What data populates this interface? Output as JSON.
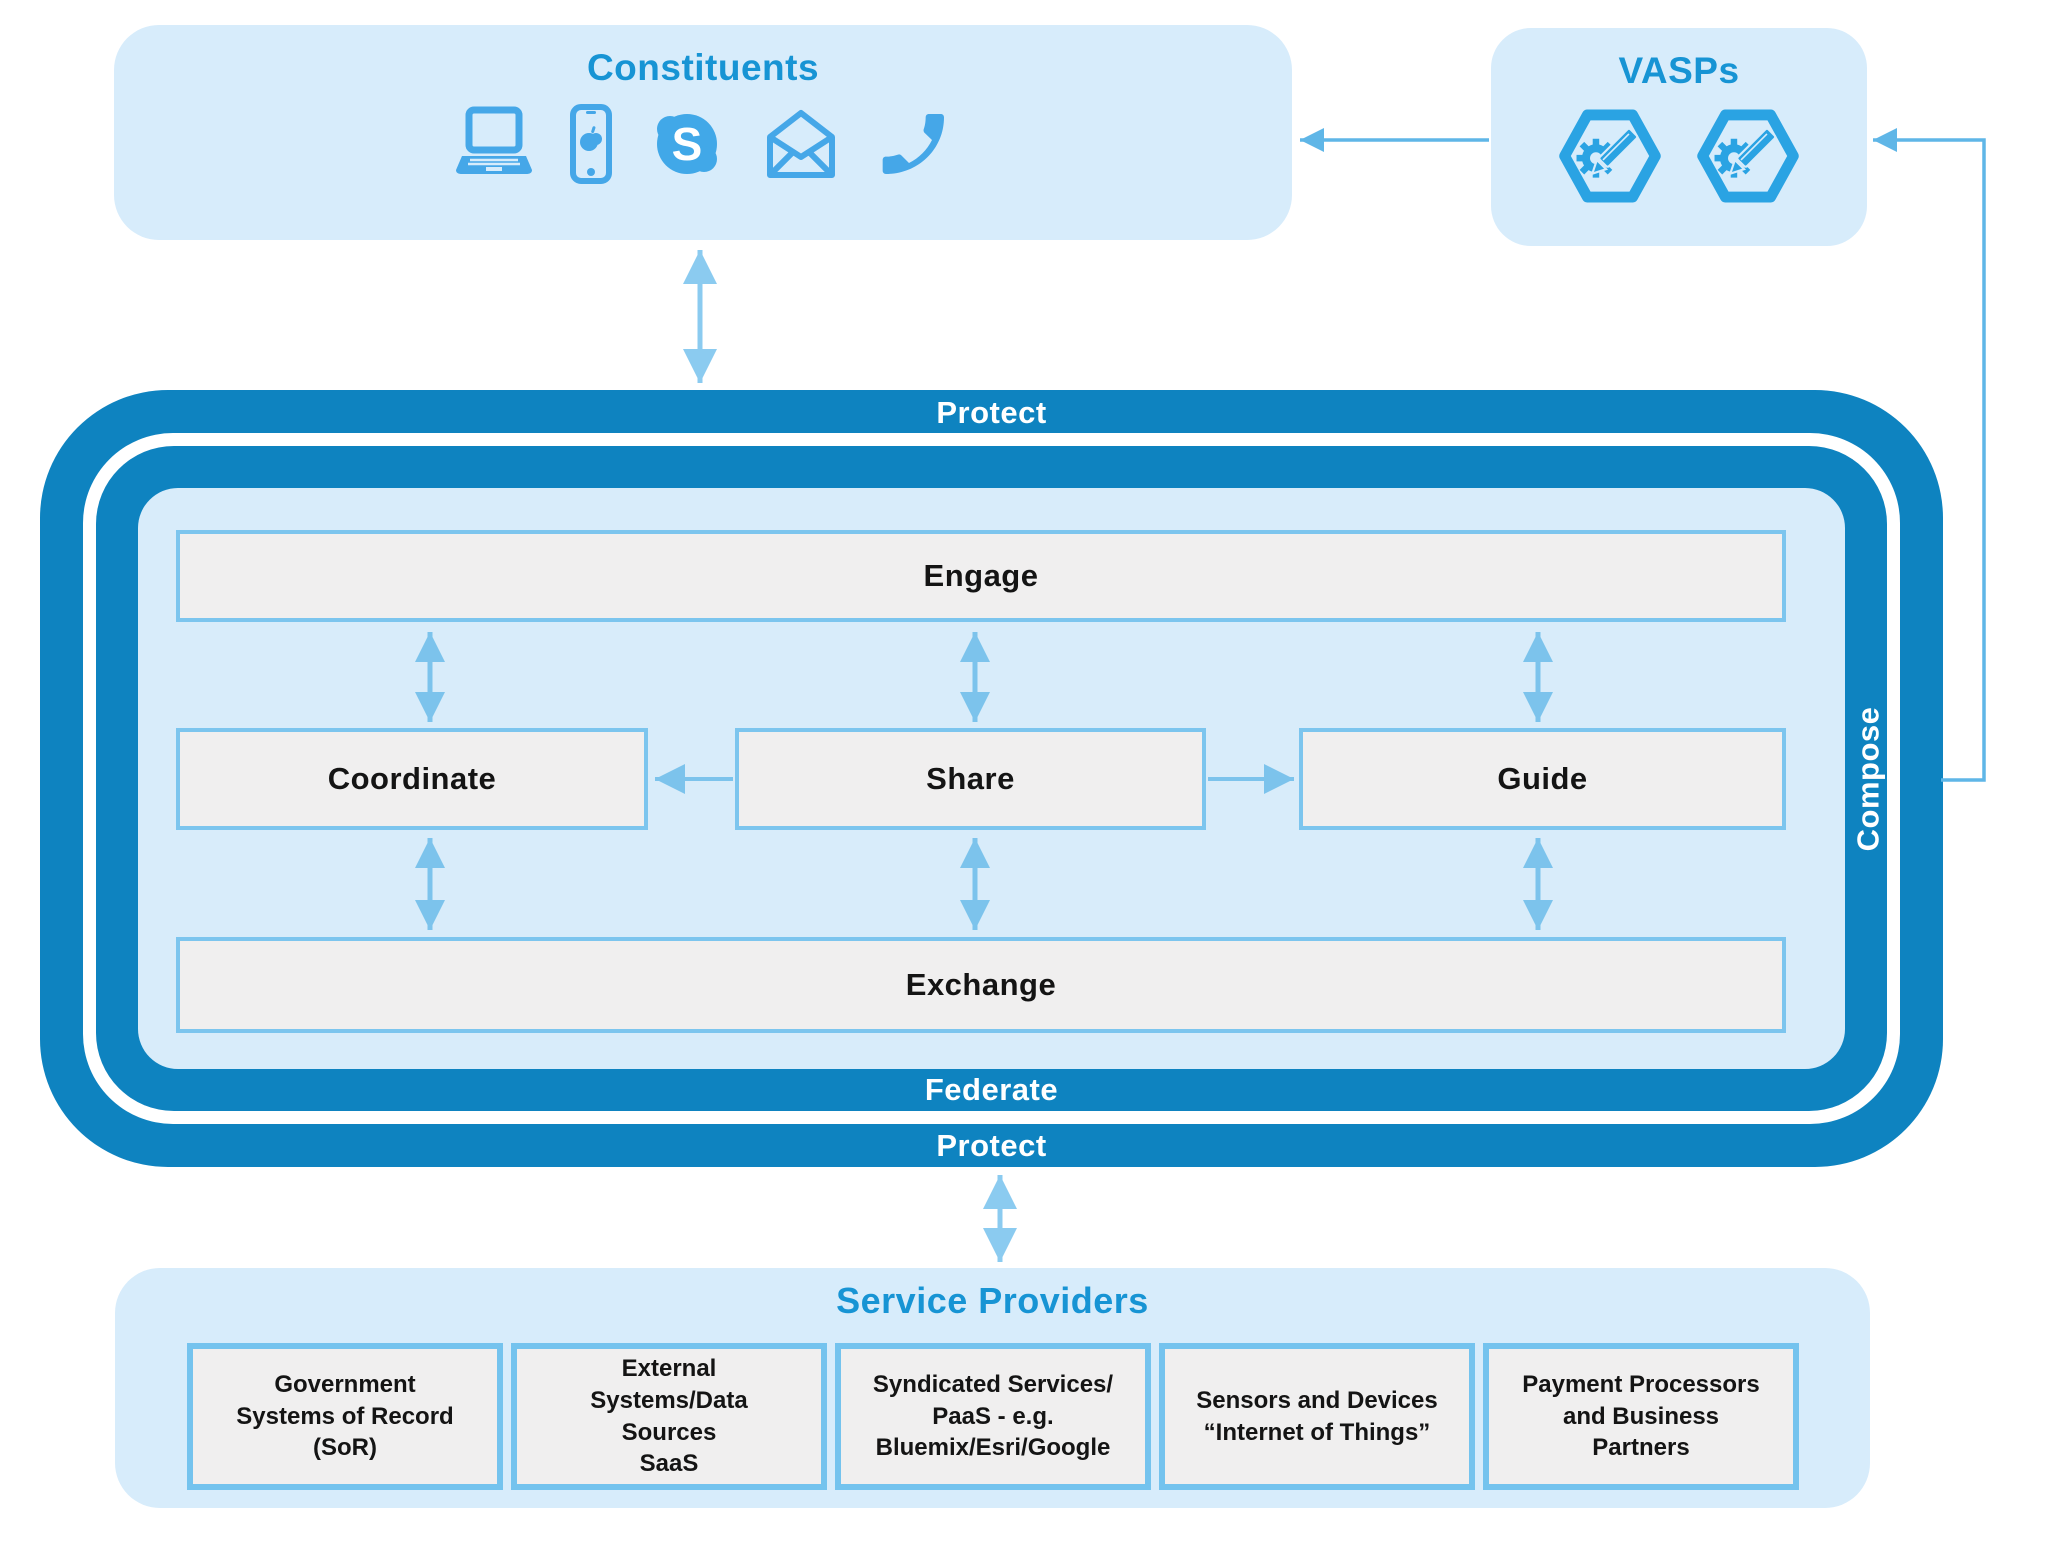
{
  "palette": {
    "band_blue": "#0e83c0",
    "container_blue": "#d7ecfb",
    "interior_blue": "#d8ecfa",
    "box_gray": "#f0efef",
    "box_border_blue": "#7cc5ee",
    "title_blue": "#1794d4",
    "arrow_light": "#8bcbf0",
    "arrow_mid": "#7cc3ec",
    "arrow_connector": "#5fb6e7",
    "icon_blue": "#45a7e8",
    "text_black": "#141414"
  },
  "constituents": {
    "title": "Constituents",
    "icons": [
      "laptop-icon",
      "smartphone-icon",
      "skype-icon",
      "email-icon",
      "phone-icon"
    ],
    "skype_letter": "S"
  },
  "vasps": {
    "title": "VASPs",
    "icons": [
      "hexagon-gear-pencil-icon",
      "hexagon-gear-pencil-icon"
    ]
  },
  "ring": {
    "protect_top": "Protect",
    "federate": "Federate",
    "protect_bottom": "Protect",
    "compose": "Compose",
    "engage": "Engage",
    "coordinate": "Coordinate",
    "share": "Share",
    "guide": "Guide",
    "exchange": "Exchange"
  },
  "service_providers": {
    "title": "Service Providers",
    "boxes": [
      {
        "text": "Government\nSystems of Record\n(SoR)"
      },
      {
        "text": "External\nSystems/Data\nSources\nSaaS"
      },
      {
        "text": "Syndicated Services/\nPaaS - e.g.\nBluemix/Esri/Google"
      },
      {
        "text": "Sensors and Devices\n“Internet of Things”"
      },
      {
        "text": "Payment Processors\nand Business\nPartners"
      }
    ]
  }
}
